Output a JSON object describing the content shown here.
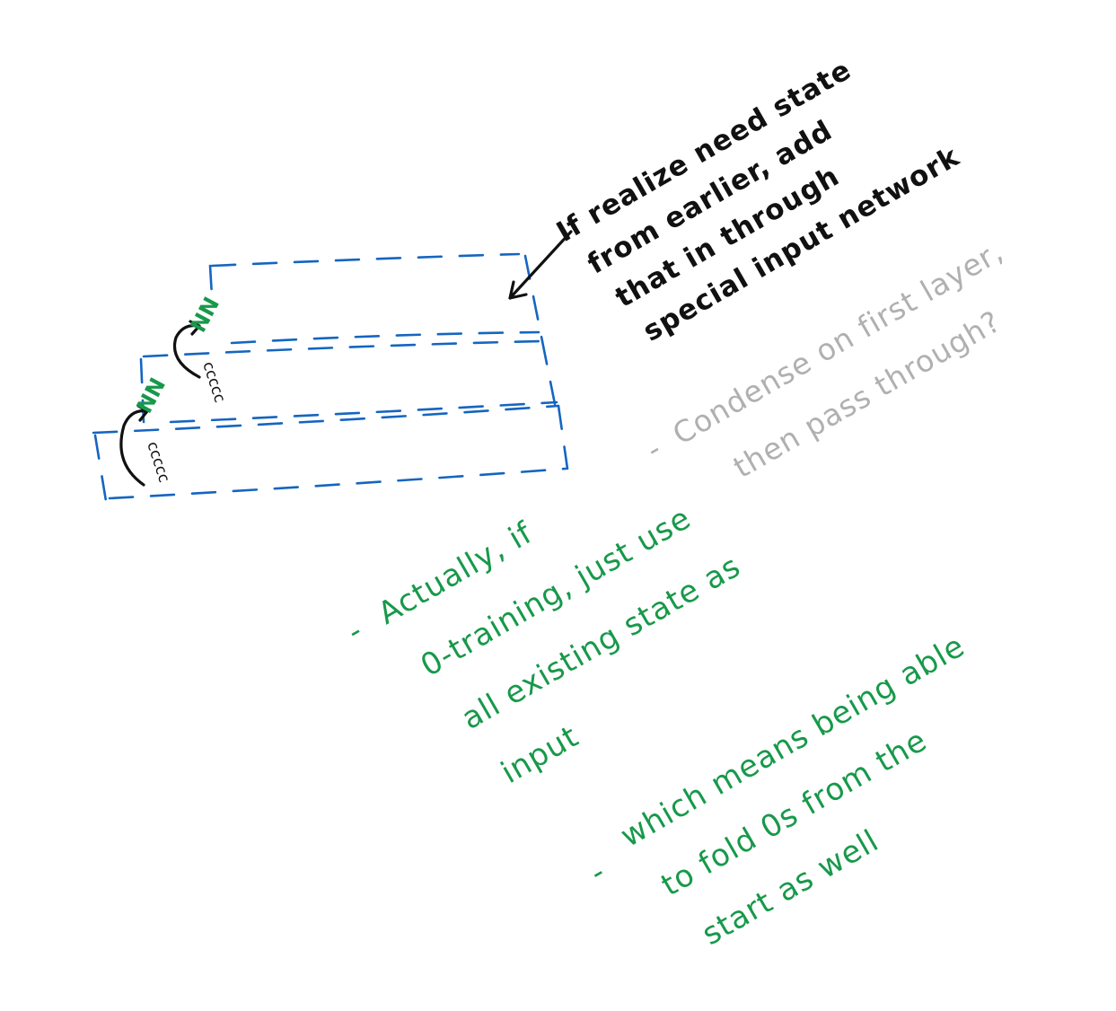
{
  "colors": {
    "ink_black": "#111111",
    "ink_blue": "#1565c0",
    "ink_green": "#17994a",
    "ink_grey": "#b0b0b0",
    "background": "#ffffff"
  },
  "diagram": {
    "nn_labels": [
      "NN",
      "NN"
    ],
    "cell_labels": [
      "ccccc",
      "ccccc"
    ]
  },
  "notes": {
    "black": [
      "If realize need state",
      "from earlier, add",
      "that in through",
      "special input network"
    ],
    "grey": [
      "Condense on first layer,",
      "then pass through?"
    ],
    "grey_dash": "-",
    "green_a": [
      "Actually, if",
      "0-training, just use",
      "all existing state as",
      "input"
    ],
    "green_a_dash": "-",
    "green_b": [
      "which means being able",
      "to fold 0s from the",
      "start as well"
    ],
    "green_b_dash": "-"
  }
}
